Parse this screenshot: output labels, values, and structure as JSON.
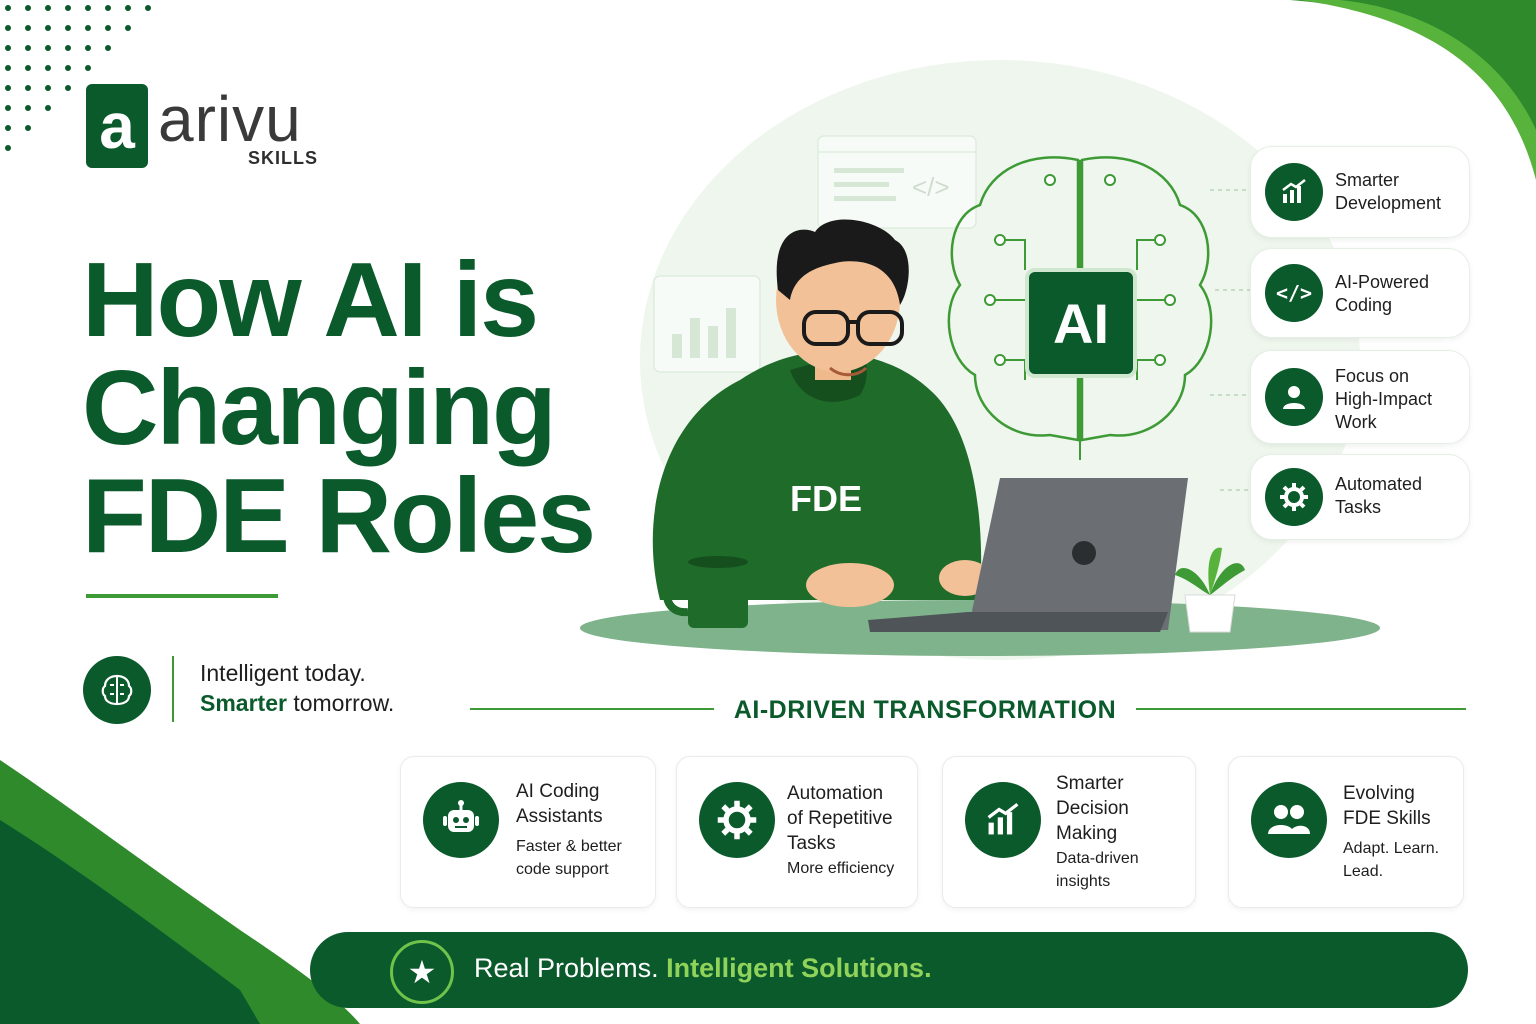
{
  "brand": {
    "logo_letter": "a",
    "name": "arivu",
    "sub": "SKILLS",
    "primary_color": "#0b5a2c",
    "accent_color": "#3e9a35"
  },
  "headline": {
    "line1": "How AI is",
    "line2": "Changing",
    "line3": "FDE Roles"
  },
  "tagline": {
    "icon": "brain-icon",
    "line1": "Intelligent today.",
    "line2_accent": "Smarter",
    "line2_rest": " tomorrow."
  },
  "illustration": {
    "hoodie_label": "FDE",
    "chip_label": "AI",
    "code_glyph": "</>"
  },
  "side_cards": [
    {
      "icon": "growth-chart-icon",
      "lines": [
        "Smarter",
        "Development"
      ]
    },
    {
      "icon": "code-icon",
      "lines": [
        "AI-Powered",
        "Coding"
      ]
    },
    {
      "icon": "person-icon",
      "lines": [
        "Focus on",
        "High-Impact",
        "Work"
      ]
    },
    {
      "icon": "gear-icon",
      "lines": [
        "Automated",
        "Tasks"
      ]
    }
  ],
  "section": {
    "title": "AI-DRIVEN TRANSFORMATION"
  },
  "features": [
    {
      "icon": "robot-icon",
      "title": [
        "AI Coding",
        "Assistants"
      ],
      "sub": [
        "Faster & better",
        "code support"
      ]
    },
    {
      "icon": "gear-icon",
      "title": [
        "Automation",
        "of Repetitive",
        "Tasks"
      ],
      "sub": [
        "More efficiency"
      ]
    },
    {
      "icon": "growth-chart-icon",
      "title": [
        "Smarter",
        "Decision",
        "Making"
      ],
      "sub": [
        "Data-driven",
        "insights"
      ]
    },
    {
      "icon": "team-icon",
      "title": [
        "Evolving",
        "FDE Skills"
      ],
      "sub": [
        "Adapt. Learn.",
        "Lead."
      ]
    }
  ],
  "banner": {
    "icon": "star-icon",
    "text": "Real Problems. ",
    "accent": "Intelligent Solutions."
  }
}
